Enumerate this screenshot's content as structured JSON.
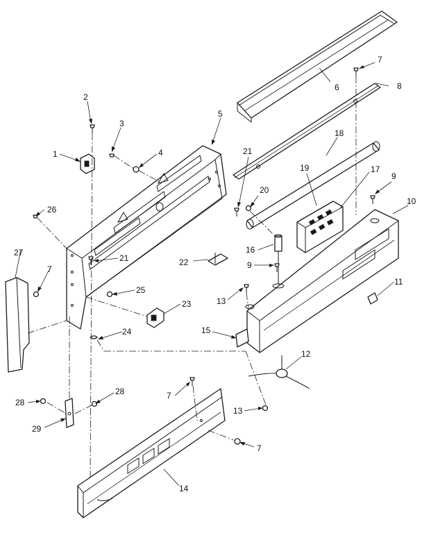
{
  "callouts": [
    {
      "id": "c1",
      "text": "1"
    },
    {
      "id": "c2",
      "text": "2"
    },
    {
      "id": "c3",
      "text": "3"
    },
    {
      "id": "c4",
      "text": "4"
    },
    {
      "id": "c5",
      "text": "5"
    },
    {
      "id": "c6",
      "text": "6"
    },
    {
      "id": "c7a",
      "text": "7"
    },
    {
      "id": "c8",
      "text": "8"
    },
    {
      "id": "c9a",
      "text": "9"
    },
    {
      "id": "c10",
      "text": "10"
    },
    {
      "id": "c21a",
      "text": "21"
    },
    {
      "id": "c18",
      "text": "18"
    },
    {
      "id": "c19",
      "text": "19"
    },
    {
      "id": "c17",
      "text": "17"
    },
    {
      "id": "c20",
      "text": "20"
    },
    {
      "id": "c26",
      "text": "26"
    },
    {
      "id": "c27",
      "text": "27"
    },
    {
      "id": "c21b",
      "text": "21"
    },
    {
      "id": "c22",
      "text": "22"
    },
    {
      "id": "c16",
      "text": "16"
    },
    {
      "id": "c9b",
      "text": "9"
    },
    {
      "id": "c7b",
      "text": "7"
    },
    {
      "id": "c25",
      "text": "25"
    },
    {
      "id": "c23",
      "text": "23"
    },
    {
      "id": "c13a",
      "text": "13"
    },
    {
      "id": "c11",
      "text": "11"
    },
    {
      "id": "c24",
      "text": "24"
    },
    {
      "id": "c15",
      "text": "15"
    },
    {
      "id": "c12",
      "text": "12"
    },
    {
      "id": "c7c",
      "text": "7"
    },
    {
      "id": "c28a",
      "text": "28"
    },
    {
      "id": "c28b",
      "text": "28"
    },
    {
      "id": "c29",
      "text": "29"
    },
    {
      "id": "c13b",
      "text": "13"
    },
    {
      "id": "c7d",
      "text": "7"
    },
    {
      "id": "c14",
      "text": "14"
    }
  ]
}
